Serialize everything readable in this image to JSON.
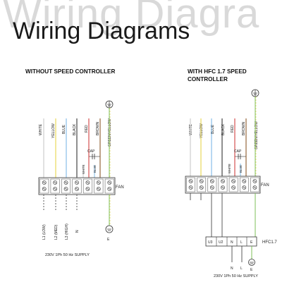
{
  "watermark_text": "Wiring Diagra",
  "title": "Wiring Diagrams",
  "left": {
    "heading": "WITHOUT SPEED CONTROLLER",
    "wire_labels": [
      "WHITE",
      "YELLOW",
      "BLUE",
      "BLACK",
      "RED",
      "BROWN",
      "GREEN/YELLOW"
    ],
    "inner_labels": [
      "WHITE",
      "BLUE"
    ],
    "cap_label": "CAP",
    "fan_label": "FAN",
    "input_labels": [
      "L1 (LOW)",
      "L2 (MED)",
      "L3 (HIGH)",
      "N"
    ],
    "earth_label": "E",
    "supply": "230V 1Ph 50 Hz SUPPLY"
  },
  "right": {
    "heading_line1": "WITH HFC 1.7 SPEED",
    "heading_line2": "CONTROLLER",
    "wire_labels": [
      "WHITE",
      "YELLOW",
      "BLUE",
      "BLACK",
      "RED",
      "BROWN",
      "GREEN/YELLOW"
    ],
    "inner_labels": [
      "WHITE",
      "BLUE"
    ],
    "cap_label": "CAP",
    "fan_label": "FAN",
    "controller_terminals": [
      "U3",
      "U2",
      "N",
      "L",
      "E"
    ],
    "controller_label": "HFC1.7",
    "bottom_labels": [
      "N",
      "L",
      "E"
    ],
    "supply": "230V 1Ph 50 Hz SUPPLY"
  },
  "colors": {
    "white": "#c8c8c8",
    "yellow": "#e8d44a",
    "blue": "#7fb8e6",
    "black": "#333333",
    "red": "#d04040",
    "brown": "#8b5a2b",
    "green": "#7dbf5a",
    "line": "#333333"
  }
}
